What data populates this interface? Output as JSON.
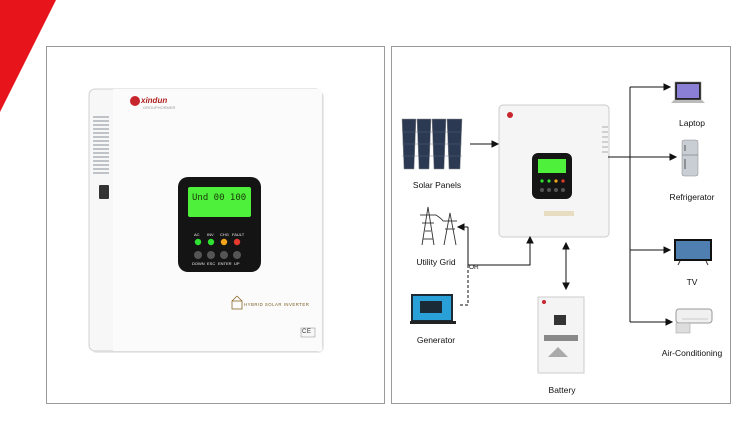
{
  "brand": "xindun",
  "brand_sub": "GROUPHORMER",
  "product_plate": "HYBRID SOLAR INVERTER",
  "ce_mark": "CE",
  "lcd": {
    "line1": "Und 00 100"
  },
  "button_row_top": [
    "AC",
    "INV",
    "CHG",
    "FAULT"
  ],
  "button_row_bottom": [
    "DOWN",
    "ESC",
    "ENTER",
    "UP"
  ],
  "diagram": {
    "solar_panels": "Solar Panels",
    "utility_grid": "Utility Grid",
    "or_text": "OR",
    "generator": "Generator",
    "battery": "Battery",
    "laptop": "Laptop",
    "refrigerator": "Refrigerator",
    "tv": "TV",
    "air_conditioning": "Air-Conditioning"
  },
  "colors": {
    "accent": "#e8141b",
    "lcd": "#4ef03c",
    "frame": "#9a9a9a"
  }
}
